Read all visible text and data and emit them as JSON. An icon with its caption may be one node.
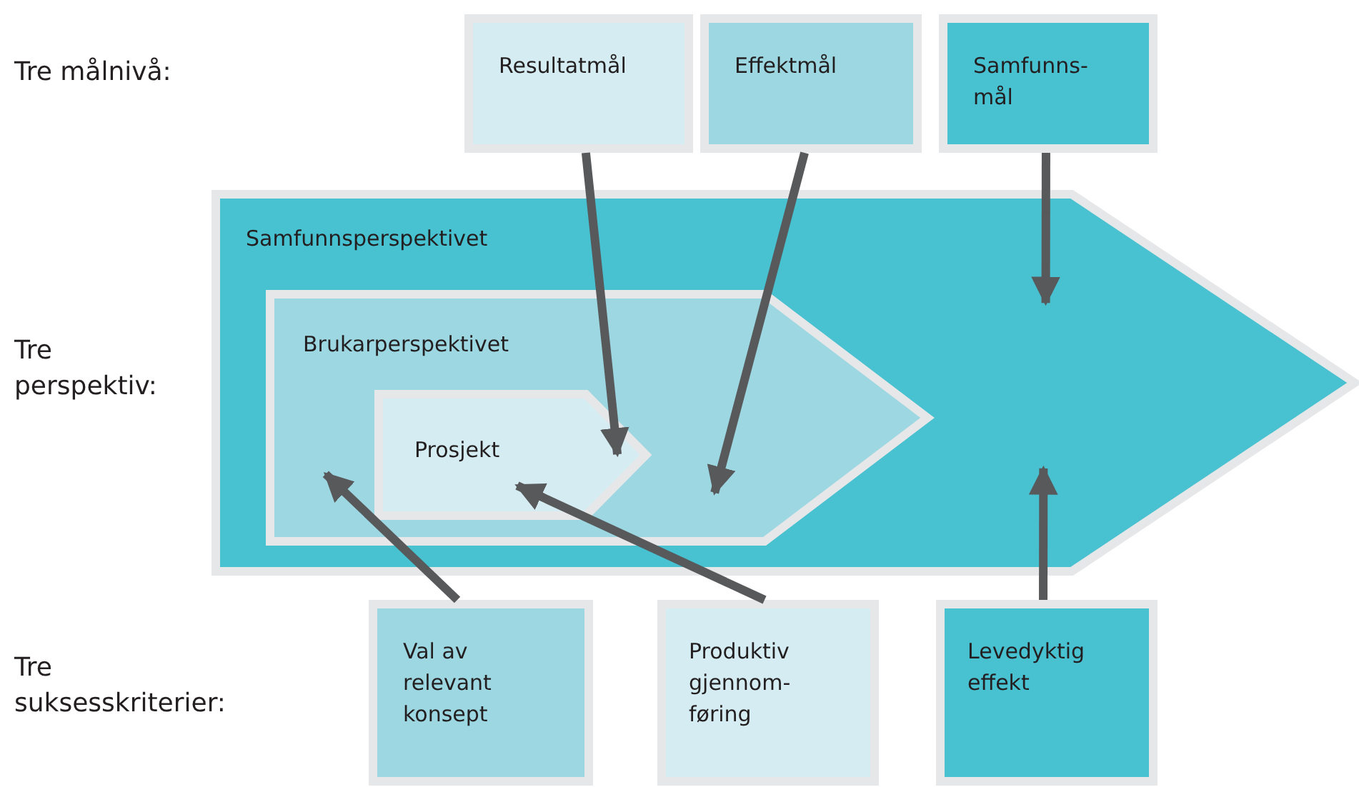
{
  "diagram": {
    "nodes": [
      {
        "text": [
          "Resultatmål"
        ]
      },
      {
        "text": [
          "Effektmål"
        ]
      },
      {
        "text": [
          "Samfunns- mål"
        ]
      },
      {
        "text": [
          "Samfunnsperspektivet"
        ]
      },
      {
        "text": [
          "Brukarperspektivet"
        ],
        "in": 3
      },
      {
        "text": [
          "Prosjekt"
        ],
        "in": 4
      },
      {
        "text": [
          "Val av relevant konsept"
        ]
      },
      {
        "text": [
          "Produktiv gjennom- føring"
        ]
      },
      {
        "text": [
          "Levedyktig effekt"
        ]
      }
    ],
    "edges": [
      {
        "from": 0,
        "to": 5,
        "arrow": "to"
      },
      {
        "from": 1,
        "to": 4,
        "arrow": "to"
      },
      {
        "from": 2,
        "to": 3,
        "arrow": "to"
      },
      {
        "from": 6,
        "to": 4,
        "arrow": "to"
      },
      {
        "from": 7,
        "to": 5,
        "arrow": "to"
      },
      {
        "from": 8,
        "to": 3,
        "arrow": "to"
      }
    ],
    "labels": [
      "Tre målnivå:",
      "Tre perspektiv:",
      "Tre suksesskriterier:"
    ]
  }
}
